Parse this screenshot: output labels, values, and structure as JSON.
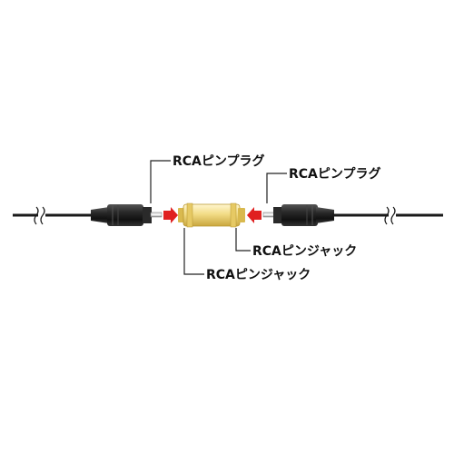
{
  "labels": {
    "left_plug": "RCAピンプラグ",
    "right_plug": "RCAピンプラグ",
    "jack_right": "RCAピンジャック",
    "jack_left": "RCAピンジャック"
  },
  "colors": {
    "cable": "#1a1a1a",
    "plug_body": "#2b2b2b",
    "plug_highlight": "#6a6a6a",
    "adapter_gold": "#e8cf6a",
    "adapter_light": "#f6ebb8",
    "arrow_red": "#e02020",
    "leader_line": "#222222"
  }
}
